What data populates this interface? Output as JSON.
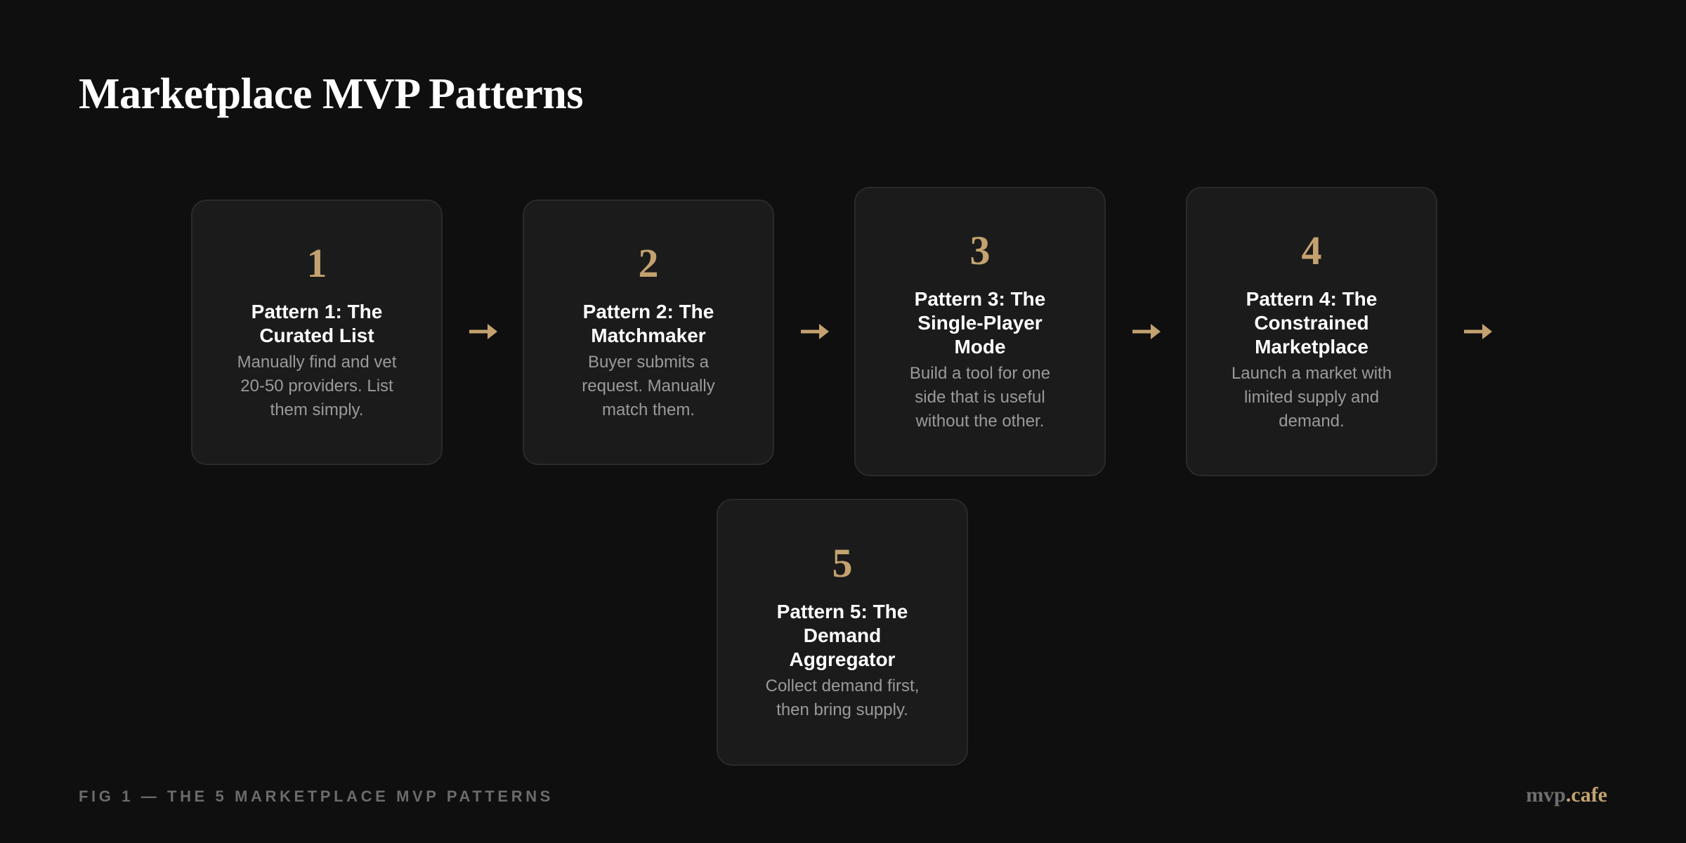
{
  "page": {
    "title": "Marketplace MVP Patterns",
    "background_color": "#0f0f0f",
    "accent_color": "#c4a26f"
  },
  "cards": [
    {
      "number": "1",
      "title": "Pattern 1: The Curated List",
      "description": "Manually find and vet 20-50 providers. List them simply."
    },
    {
      "number": "2",
      "title": "Pattern 2: The Matchmaker",
      "description": "Buyer submits a request. Manually match them."
    },
    {
      "number": "3",
      "title": "Pattern 3: The Single-Player Mode",
      "description": "Build a tool for one side that is useful without the other."
    },
    {
      "number": "4",
      "title": "Pattern 4: The Constrained Marketplace",
      "description": "Launch a market with limited supply and demand."
    },
    {
      "number": "5",
      "title": "Pattern 5: The Demand Aggregator",
      "description": "Collect demand first, then bring supply."
    }
  ],
  "arrows": [
    {
      "icon": "arrow-right-icon",
      "from": 1,
      "to": 2
    },
    {
      "icon": "arrow-right-icon",
      "from": 2,
      "to": 3
    },
    {
      "icon": "arrow-right-icon",
      "from": 3,
      "to": 4
    },
    {
      "icon": "arrow-right-icon",
      "from": 4,
      "to": 5
    }
  ],
  "footer": {
    "caption": "FIG 1 — THE 5 MARKETPLACE MVP PATTERNS",
    "logo_primary": "mvp",
    "logo_secondary": ".cafe"
  }
}
